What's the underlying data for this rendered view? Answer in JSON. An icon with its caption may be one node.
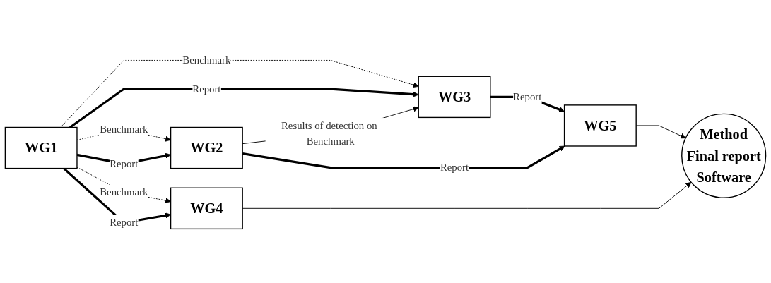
{
  "diagram": {
    "nodes": [
      {
        "text": [
          "WG1"
        ]
      },
      {
        "text": [
          "WG3"
        ]
      },
      {
        "text": [
          "WG2"
        ]
      },
      {
        "text": [
          "WG5"
        ]
      },
      {
        "text": [
          "WG4"
        ]
      },
      {
        "text": [
          "Method",
          "Final report",
          "Software"
        ]
      }
    ],
    "edges": [
      {
        "from": 0,
        "to": 1,
        "arrow": "to",
        "label": "Benchmark",
        "style": "dashed"
      },
      {
        "from": 0,
        "to": 1,
        "arrow": "to",
        "label": "Report",
        "style": "thick"
      },
      {
        "from": 0,
        "to": 2,
        "arrow": "to",
        "label": "Benchmark",
        "style": "dashed"
      },
      {
        "from": 0,
        "to": 2,
        "arrow": "to",
        "label": "Report",
        "style": "thick"
      },
      {
        "from": 0,
        "to": 4,
        "arrow": "to",
        "label": "Benchmark",
        "style": "dashed"
      },
      {
        "from": 0,
        "to": 4,
        "arrow": "to",
        "label": "Report",
        "style": "thick"
      },
      {
        "from": 2,
        "to": 1,
        "arrow": "to",
        "label": "Results of detection on Benchmark"
      },
      {
        "from": 1,
        "to": 3,
        "arrow": "to",
        "label": "Report",
        "style": "thick"
      },
      {
        "from": 2,
        "to": 3,
        "arrow": "to",
        "label": "Report",
        "style": "thick"
      },
      {
        "from": 3,
        "to": 5,
        "arrow": "to"
      },
      {
        "from": 4,
        "to": 5,
        "arrow": "to"
      }
    ]
  }
}
